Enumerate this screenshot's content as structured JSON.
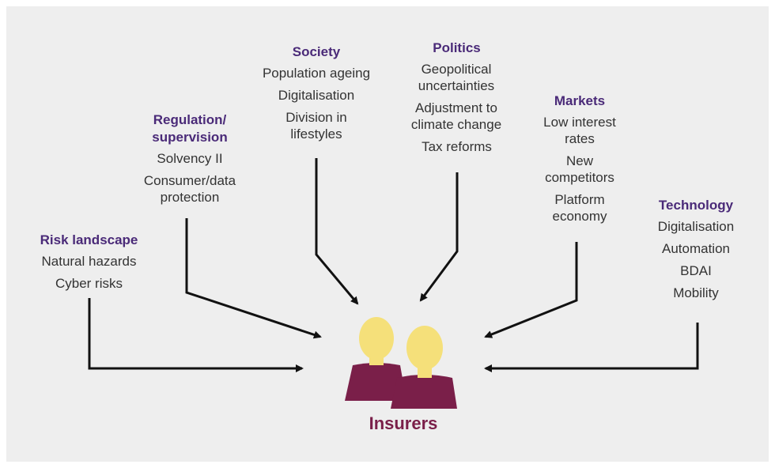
{
  "colors": {
    "heading": "#4a2a78",
    "center_label": "#7a1f49",
    "figure_head": "#f5e07a",
    "figure_body": "#7a1f49",
    "arrow": "#111111",
    "background": "#eeeeee"
  },
  "center": {
    "label": "Insurers",
    "icon": "people-icon"
  },
  "groups": {
    "risk_landscape": {
      "heading": "Risk landscape",
      "items": [
        "Natural hazards",
        "Cyber risks"
      ]
    },
    "regulation": {
      "heading": "Regulation/ supervision",
      "items": [
        "Solvency II",
        "Consumer/data protection"
      ]
    },
    "society": {
      "heading": "Society",
      "items": [
        "Population ageing",
        "Digitalisation",
        "Division in lifestyles"
      ]
    },
    "politics": {
      "heading": "Politics",
      "items": [
        "Geopolitical uncertainties",
        "Adjustment to climate change",
        "Tax reforms"
      ]
    },
    "markets": {
      "heading": "Markets",
      "items": [
        "Low interest rates",
        "New competitors",
        "Platform economy"
      ]
    },
    "technology": {
      "heading": "Technology",
      "items": [
        "Digitalisation",
        "Automation",
        "BDAI",
        "Mobility"
      ]
    }
  }
}
